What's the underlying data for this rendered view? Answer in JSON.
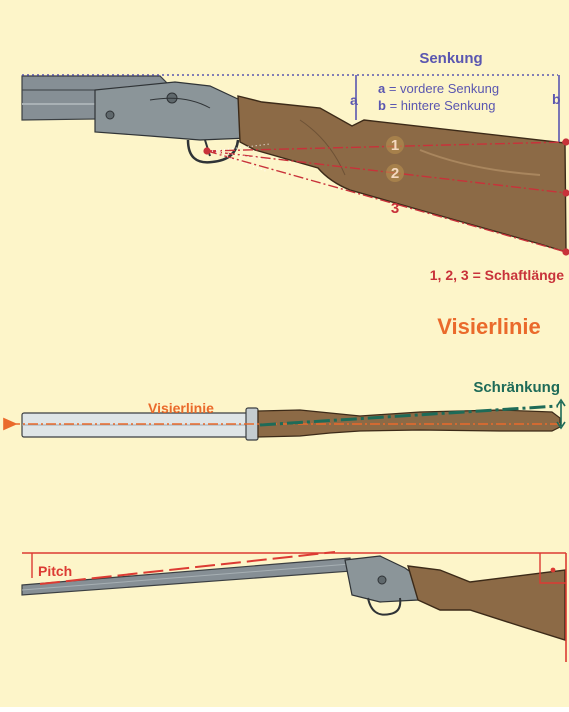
{
  "colors": {
    "background": "#fdf5c9",
    "senkung_blue": "#5a56b0",
    "schaftlaenge_red": "#c8323a",
    "visier_orange": "#ea6a2b",
    "schraenkung_green": "#1e6b58",
    "pitch_red": "#dc3b33",
    "stock_wood": "#8c6a46",
    "barrel_steel": "#7f8a8f"
  },
  "panel_top": {
    "senkung_title": "Senkung",
    "label_a": "a",
    "label_b": "b",
    "legend_a_key": "a",
    "legend_a_text": " = vordere Senkung",
    "legend_b_key": "b",
    "legend_b_text": " = hintere Senkung",
    "length_marks": [
      "1",
      "2",
      "3"
    ],
    "schaftlaenge_caption": "1, 2, 3 = Schaftlänge"
  },
  "panel_middle": {
    "heading": "Visierlinie",
    "line_label": "Visierlinie",
    "schraenkung_label": "Schränkung"
  },
  "panel_bottom": {
    "pitch_label": "Pitch"
  },
  "icons": [
    "shotgun-side-icon",
    "shotgun-top-icon",
    "shotgun-tilted-icon",
    "right-angle-icon"
  ]
}
